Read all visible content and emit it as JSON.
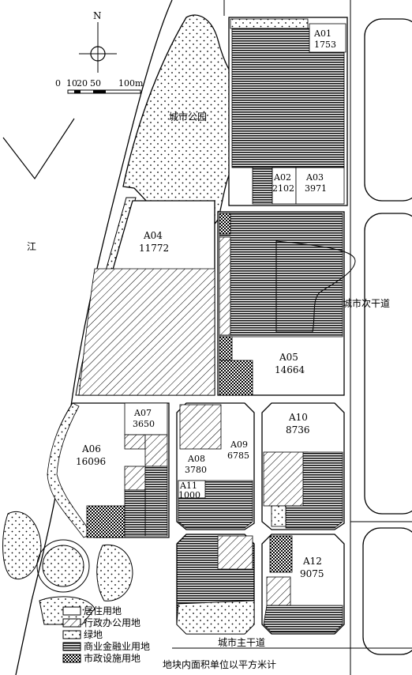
{
  "compass": {
    "north_label": "N"
  },
  "scale_bar": {
    "ticks": [
      "0",
      "10",
      "20",
      "50",
      "100m"
    ]
  },
  "places": {
    "river": "江",
    "park": "城市公园",
    "secondary_road": "城市次干道",
    "main_road": "城市主干道"
  },
  "parcels": [
    {
      "id": "A01",
      "area": "1753"
    },
    {
      "id": "A02",
      "area": "2102"
    },
    {
      "id": "A03",
      "area": "3971"
    },
    {
      "id": "A04",
      "area": "11772"
    },
    {
      "id": "A05",
      "area": "14664"
    },
    {
      "id": "A06",
      "area": "16096"
    },
    {
      "id": "A07",
      "area": "3650"
    },
    {
      "id": "A08",
      "area": "3780"
    },
    {
      "id": "A09",
      "area": "6785"
    },
    {
      "id": "A10",
      "area": "8736"
    },
    {
      "id": "A11",
      "area": "1000"
    },
    {
      "id": "A12",
      "area": "9075"
    }
  ],
  "legend": {
    "items": [
      {
        "label": "居住用地",
        "pattern": "residential"
      },
      {
        "label": "行政办公用地",
        "pattern": "administrative"
      },
      {
        "label": "绿地",
        "pattern": "green"
      },
      {
        "label": "商业金融业用地",
        "pattern": "commercial"
      },
      {
        "label": "市政设施用地",
        "pattern": "municipal"
      }
    ],
    "note": "地块内面积单位以平方米计"
  }
}
